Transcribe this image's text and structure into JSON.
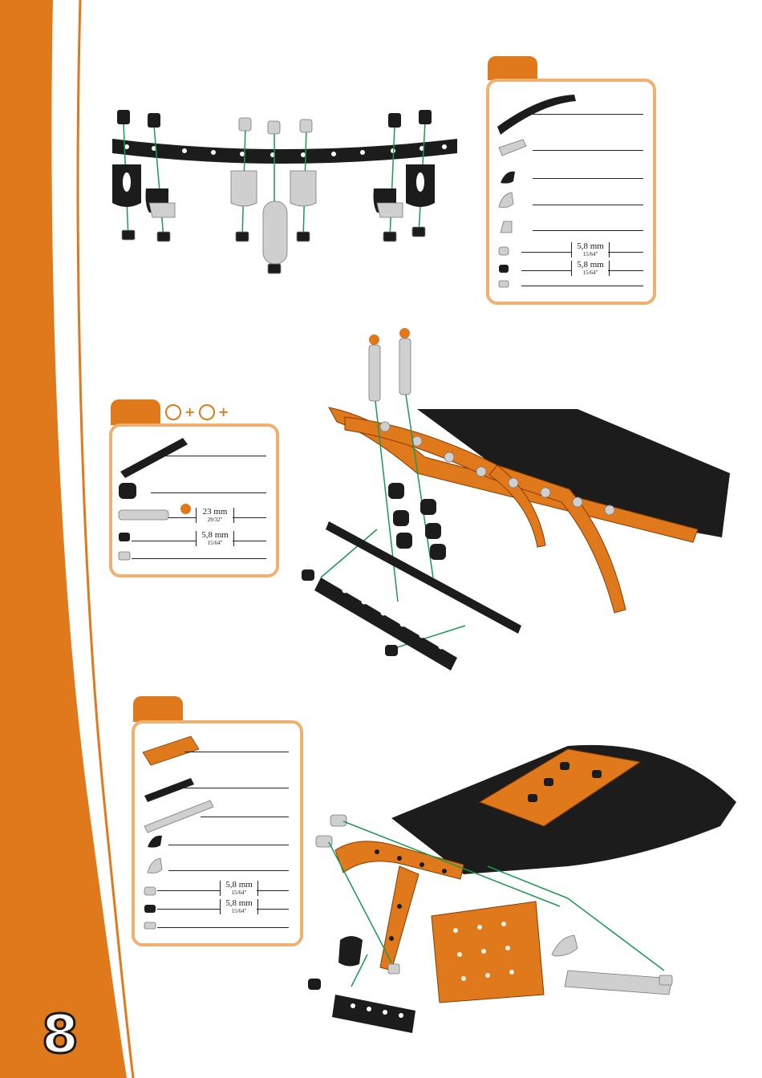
{
  "page": {
    "number": "8"
  },
  "colors": {
    "accent": "#e0791c",
    "panel_border": "#f0b070",
    "part_black": "#1c1c1c",
    "part_silver": "#c8c8c8",
    "connector": "#1a9a50"
  },
  "step1_parts": {
    "screw_1": {
      "size_mm": "5,8 mm",
      "size_in": "15/64\""
    },
    "screw_2": {
      "size_mm": "5,8 mm",
      "size_in": "15/64\""
    }
  },
  "step2_parts": {
    "bolt": {
      "size_mm": "23 mm",
      "size_in": "29/32\""
    },
    "screw": {
      "size_mm": "5,8 mm",
      "size_in": "15/64\""
    },
    "plus_1": "+",
    "plus_2": "+"
  },
  "step3_parts": {
    "screw_1": {
      "size_mm": "5,8 mm",
      "size_in": "15/64\""
    },
    "screw_2": {
      "size_mm": "5,8 mm",
      "size_in": "15/64\""
    }
  }
}
